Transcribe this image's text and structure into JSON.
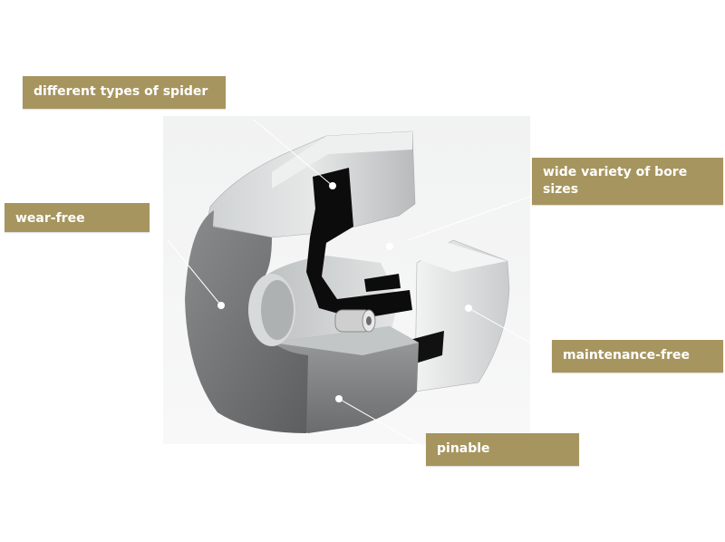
{
  "labels": {
    "spider": "different types of spider",
    "wear": "wear-free",
    "bore": "wide variety of bore sizes",
    "maintenance": "maintenance-free",
    "pinable": "pinable"
  },
  "colors": {
    "label_bg": "#a7955f",
    "label_text": "#ffffff",
    "metal_dark": "#6e7071",
    "metal_light": "#d9dcdc",
    "spider": "#0c0c0c"
  }
}
